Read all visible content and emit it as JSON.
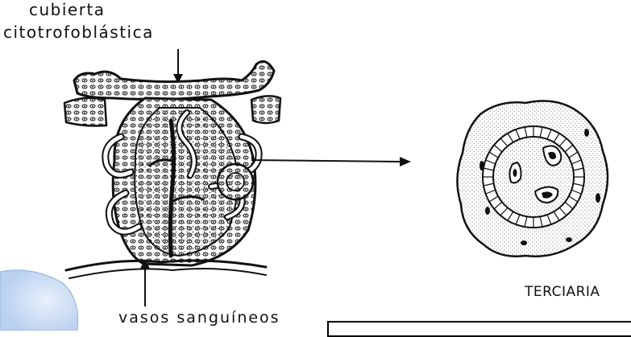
{
  "labels": {
    "top_line1": "cubierta",
    "top_line2": "citotrofoblástica",
    "bottom": "vasos sanguíneos",
    "right": "TERCIARIA"
  },
  "colors": {
    "ink": "#111111",
    "background": "#ffffff",
    "blob_tint": "#c9dcf5"
  },
  "icons": {
    "arrow_top": "down-arrow",
    "arrow_bottom": "up-arrow",
    "arrow_right": "right-arrow"
  }
}
